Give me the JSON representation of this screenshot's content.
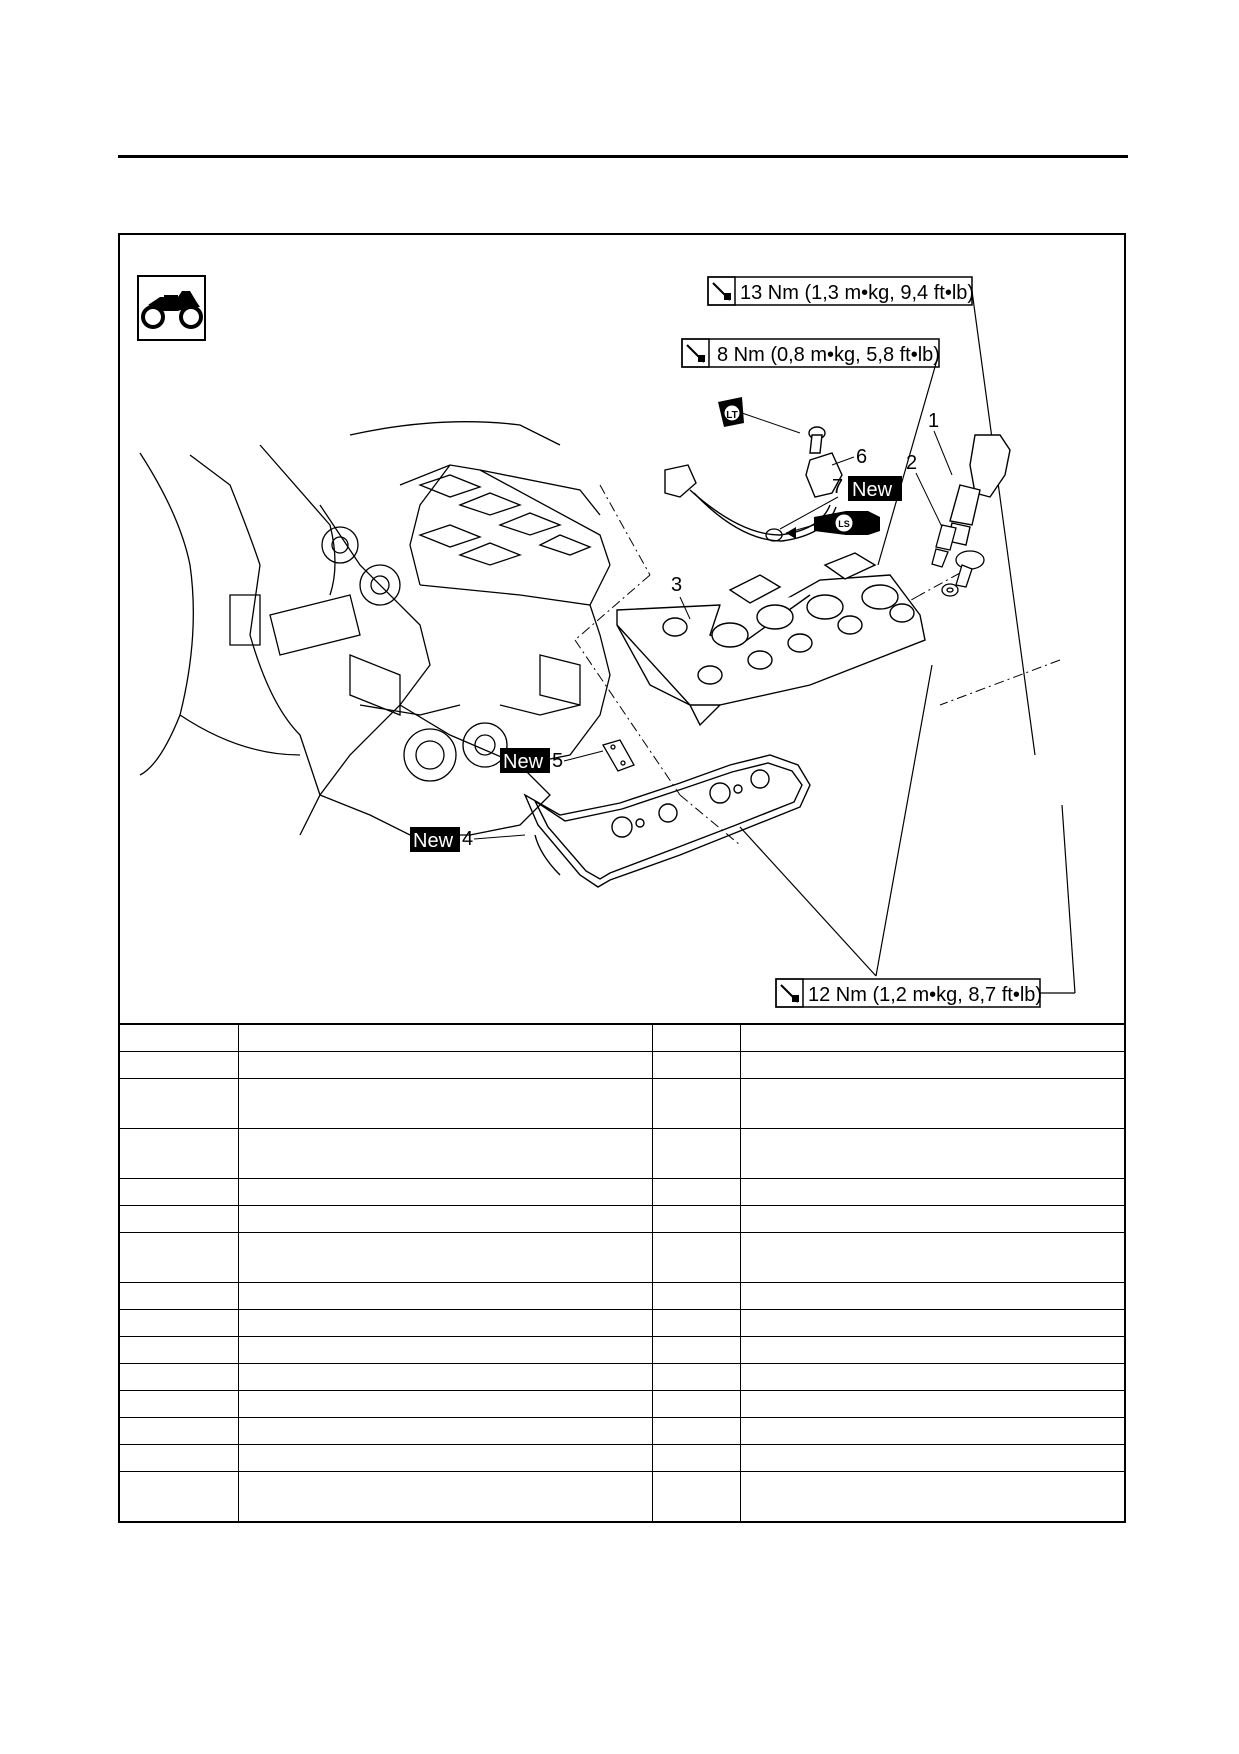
{
  "torque_specs": {
    "spec_13": "13 Nm (1,3 m•kg, 9,4 ft•lb)",
    "spec_8": "8 Nm (0,8 m•kg, 5,8 ft•lb)",
    "spec_12": "12 Nm (1,2 m•kg, 8,7 ft•lb)"
  },
  "callouts": {
    "c1": "1",
    "c2": "2",
    "c3": "3",
    "c4": "4",
    "c5": "5",
    "c6": "6",
    "c7": "7"
  },
  "tags": {
    "new": "New",
    "locktite": "LT",
    "lithium_soap": "LS"
  },
  "icons": {
    "section_icon": "motorcycle-icon",
    "torque_icon": "torque-wrench-icon"
  },
  "parts_table": {
    "rows": [
      [
        "",
        "",
        "",
        ""
      ],
      [
        "",
        "",
        "",
        ""
      ],
      [
        "",
        "",
        "",
        ""
      ],
      [
        "",
        "",
        "",
        ""
      ],
      [
        "",
        "",
        "",
        ""
      ],
      [
        "",
        "",
        "",
        ""
      ],
      [
        "",
        "",
        "",
        ""
      ],
      [
        "",
        "",
        "",
        ""
      ],
      [
        "",
        "",
        "",
        ""
      ],
      [
        "",
        "",
        "",
        ""
      ],
      [
        "",
        "",
        "",
        ""
      ],
      [
        "",
        "",
        "",
        ""
      ],
      [
        "",
        "",
        "",
        ""
      ],
      [
        "",
        "",
        "",
        ""
      ],
      [
        "",
        "",
        "",
        ""
      ]
    ]
  }
}
